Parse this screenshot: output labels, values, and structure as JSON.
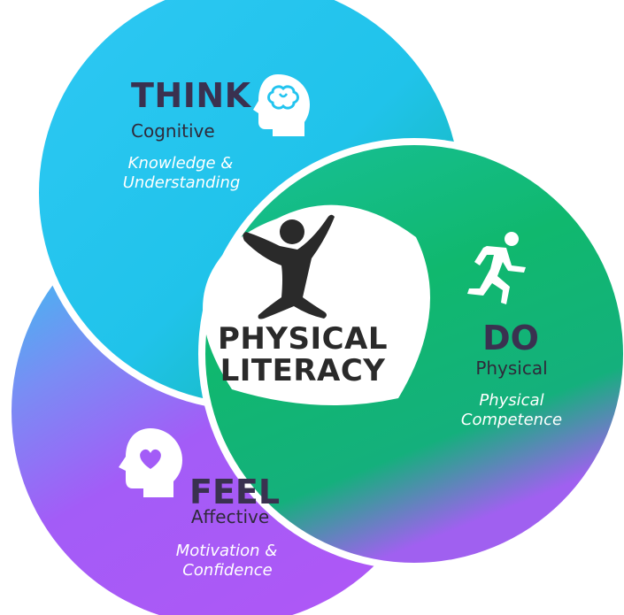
{
  "center": {
    "line1": "PHYSICAL",
    "line2": "LITERACY",
    "figure_icon": "jumping-person-icon"
  },
  "think": {
    "title": "THINK",
    "subtitle": "Cognitive",
    "desc_line1": "Knowledge &",
    "desc_line2": "Understanding",
    "icon": "head-brain-icon"
  },
  "do": {
    "title": "DO",
    "subtitle": "Physical",
    "desc_line1": "Physical",
    "desc_line2": "Competence",
    "icon": "running-person-icon"
  },
  "feel": {
    "title": "FEEL",
    "subtitle": "Affective",
    "desc_line1": "Motivation &",
    "desc_line2": "Confidence",
    "icon": "head-heart-icon"
  },
  "colors": {
    "cyan": "#22c4ef",
    "green": "#12b866",
    "purple": "#a35cf7",
    "text_dark": "#3a3150"
  }
}
